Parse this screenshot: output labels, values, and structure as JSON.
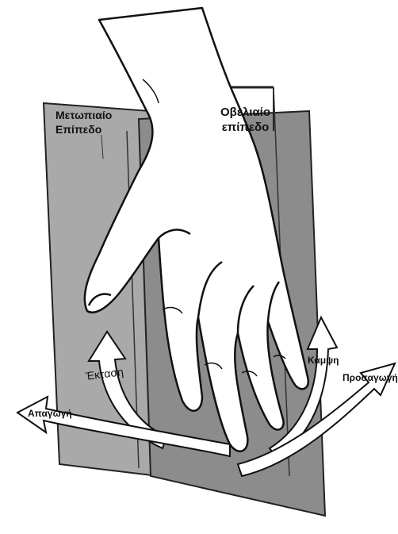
{
  "labels": {
    "frontal_plane_line1": "Μετωπιαίο",
    "frontal_plane_line2": "Επίπεδο",
    "sagittal_plane_line1": "Οβελιαίο",
    "sagittal_plane_line2": "επίπεδο",
    "extension": "Έκταση",
    "flexion": "Κάμψη",
    "adduction": "Προσαγωγή",
    "abduction": "Απαγωγή"
  },
  "colors": {
    "frontal_plane": "#a9a9a9",
    "sagittal_plane": "#8c8c8c",
    "outline": "#111111",
    "arrow_fill": "#ffffff"
  }
}
